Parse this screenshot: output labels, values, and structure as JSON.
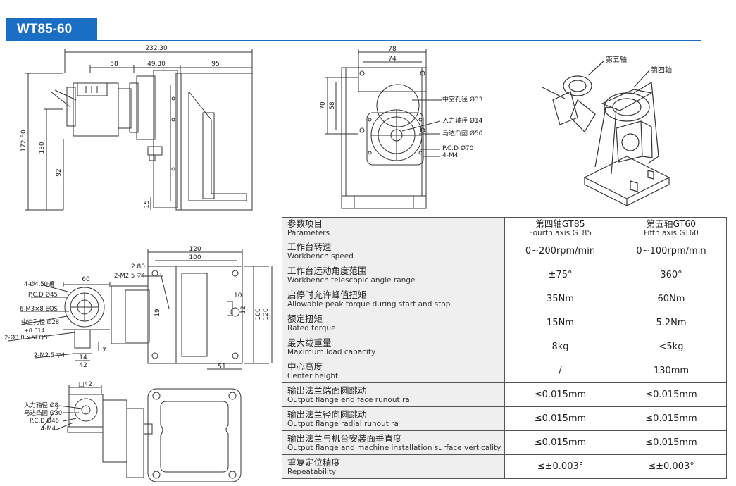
{
  "header": {
    "model": "WT85-60"
  },
  "drawing_side": {
    "dims": {
      "total": "232.30",
      "a": "58",
      "b": "49.30",
      "c": "95",
      "h_total": "172.50",
      "h_130": "130",
      "h_92": "92",
      "h_15": "15"
    }
  },
  "drawing_front": {
    "dims": {
      "w78": "78",
      "w74": "74",
      "h70": "70",
      "h58": "58"
    },
    "labels": {
      "hollow": "中空孔径 Ø33",
      "input": "入力轴径 Ø14",
      "motor": "马达凸圆 Ø50",
      "pcd": "P.C.D Ø70",
      "holes": "4-M4"
    }
  },
  "drawing_iso": {
    "labels": {
      "axis5": "第五轴",
      "axis4": "第四轴"
    }
  },
  "drawing_top": {
    "dims": {
      "w120": "120",
      "w100": "100",
      "w2_80": "2.80",
      "h10": "10",
      "h12": "12",
      "h19": "19",
      "h100": "100",
      "h120": "120",
      "w51": "51",
      "w60": "60",
      "w42": "42",
      "w14": "14",
      "h7": "7"
    },
    "labels": {
      "holes_top": "4-Ø4.50通",
      "m25_top": "2-M2.5 ▽4",
      "pcd45": "P.C.D Ø45",
      "m3": "6-M3×8 EQS",
      "hollow28": "中空孔径 Ø28",
      "tol_top": "+0.014",
      "tol_line": "2-Ø3   0     ×5EQS",
      "m25_bot": "2-M2.5 ▽4"
    }
  },
  "drawing_bottom": {
    "dims": {
      "sq42": "□42"
    },
    "labels": {
      "input8": "入力轴径 Ø8",
      "motor30": "马达凸圆 Ø30",
      "pcd46": "P.C.D Ø46",
      "m4": "4-M4"
    }
  },
  "spec_table": {
    "header": {
      "param_cn": "参数项目",
      "param_en": "Parameters",
      "col1_cn": "第四轴GT85",
      "col1_en": "Fourth axis GT85",
      "col2_cn": "第五轴GT60",
      "col2_en": "Fifth axis GT60"
    },
    "rows": [
      {
        "cn": "工作台转速",
        "en": "Workbench speed",
        "v1": "0~200rpm/min",
        "v2": "0~100rpm/min"
      },
      {
        "cn": "工作台远动角度范围",
        "en": "Workbench telescopic angle range",
        "v1": "±75°",
        "v2": "360°"
      },
      {
        "cn": "启停时允许峰值扭矩",
        "en": "Allowable peak torque during start and stop",
        "v1": "35Nm",
        "v2": "60Nm"
      },
      {
        "cn": " 额定扭矩",
        "en": "Rated torque",
        "v1": "15Nm",
        "v2": "5.2Nm"
      },
      {
        "cn": "最大载重量",
        "en": "Maximum load capacity",
        "v1": "8kg",
        "v2": "<5kg"
      },
      {
        "cn": "中心高度",
        "en": "Center height",
        "v1": "/",
        "v2": "130mm"
      },
      {
        "cn": "输出法兰端面圆跳动",
        "en": "Output flange end face runout ra",
        "v1": "≤0.015mm",
        "v2": "≤0.015mm"
      },
      {
        "cn": "输出法兰径向圆跳动",
        "en": "Output flange radial runout ra",
        "v1": "≤0.015mm",
        "v2": "≤0.015mm"
      },
      {
        "cn": "输出法兰与机台安装面垂直度",
        "en": "Output flange and machine installation surface verticality",
        "v1": "≤0.015mm",
        "v2": "≤0.015mm"
      },
      {
        "cn": "重复定位精度",
        "en": "Repeatability",
        "v1": "≤±0.003°",
        "v2": "≤±0.003°"
      }
    ]
  }
}
